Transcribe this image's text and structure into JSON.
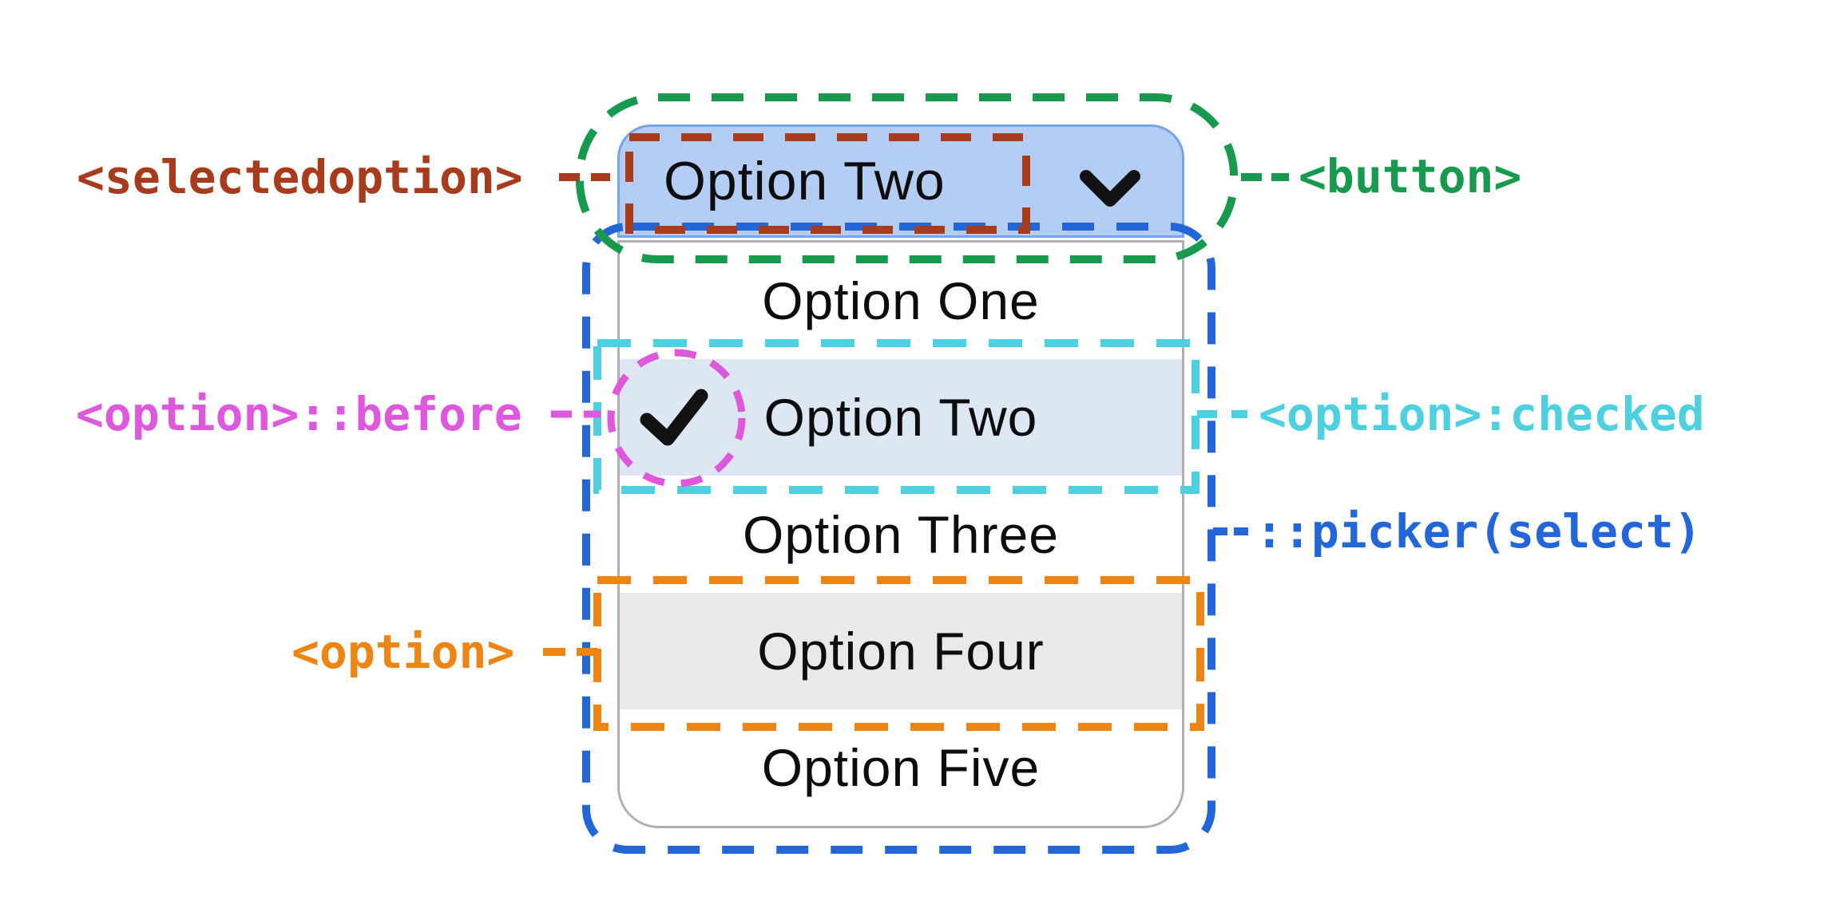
{
  "select": {
    "button": {
      "selected_option": "Option Two",
      "icon": "chevron-down",
      "fill": "#b3cdf4",
      "border_color": "#76a3ec",
      "text_color": "#0d0d0d"
    },
    "picker": {
      "border_color": "#b0b0b0",
      "background": "#ffffff",
      "checked_row_bg": "#dce7f3",
      "hovered_row_bg": "#e9e9e9",
      "checkmark_icon": "checkmark",
      "options": [
        {
          "label": "Option One",
          "state": "normal"
        },
        {
          "label": "Option Two",
          "state": "checked"
        },
        {
          "label": "Option Three",
          "state": "normal"
        },
        {
          "label": "Option Four",
          "state": "hovered"
        },
        {
          "label": "Option Five",
          "state": "normal"
        }
      ]
    }
  },
  "annotations": {
    "selectedoption": {
      "label": "<selectedoption>",
      "color": "#a73b1b"
    },
    "button": {
      "label": "<button>",
      "color": "#189a4e"
    },
    "option_before": {
      "label": "<option>::before",
      "color": "#dd58dc"
    },
    "option_checked": {
      "label": "<option>:checked",
      "color": "#4fd0e0"
    },
    "picker": {
      "label": "::picker(select)",
      "color": "#2266d9"
    },
    "option": {
      "label": "<option>",
      "color": "#ee8412"
    }
  }
}
